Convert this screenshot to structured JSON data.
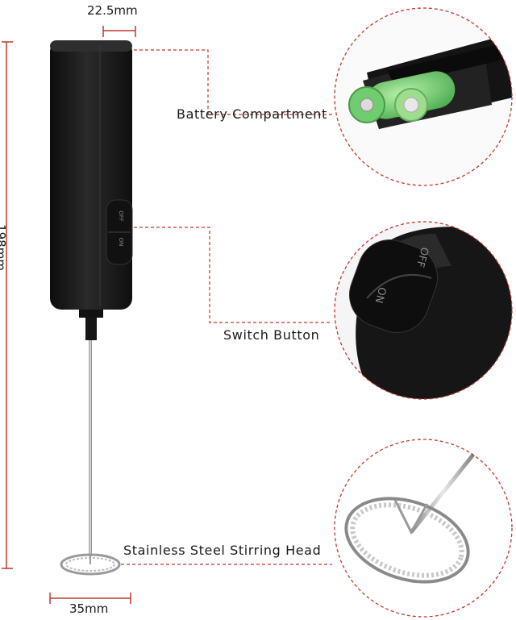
{
  "dimensions": {
    "width_label": "22.5mm",
    "height_label": "198mm",
    "head_width_label": "35mm"
  },
  "callouts": [
    {
      "label": "Battery Compartment",
      "detail": "battery-compartment"
    },
    {
      "label": "Switch Button",
      "detail": "switch-button",
      "switch_on": "ON",
      "switch_off": "OFF"
    },
    {
      "label": "Stainless Steel Stirring Head",
      "detail": "stirring-head"
    }
  ],
  "colors": {
    "dimension_line": "#c0392b",
    "leader_line": "#c0392b",
    "device_body": "#1c1c1c",
    "battery": "#7bd37a",
    "text": "#1a1a1a"
  }
}
